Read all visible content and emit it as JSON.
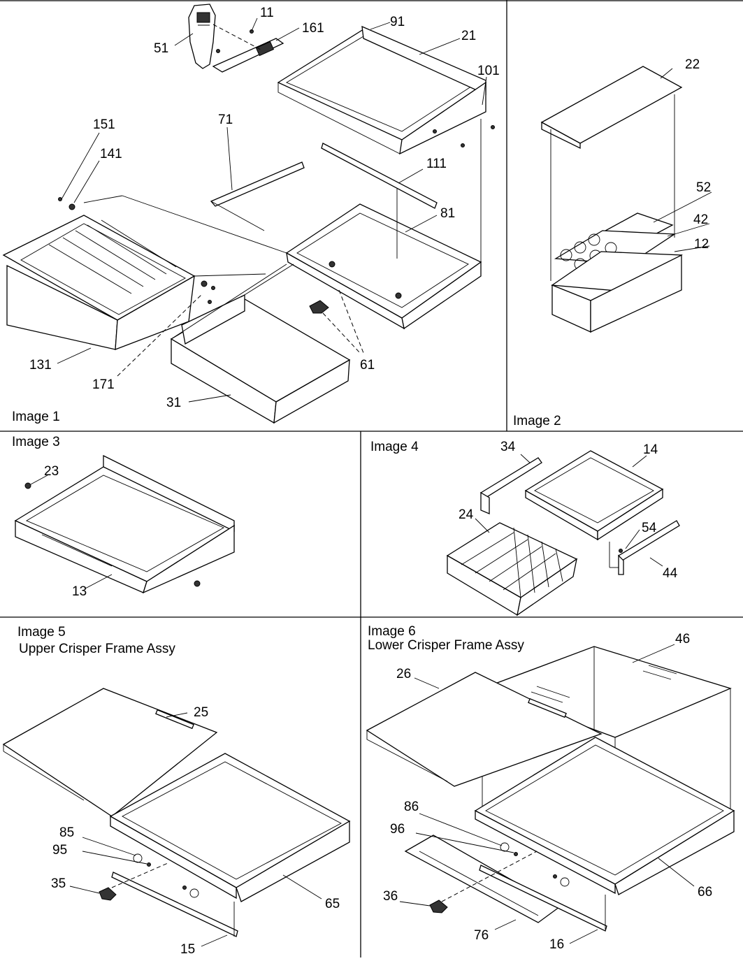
{
  "panels": [
    {
      "id": "image1",
      "caption": "Image 1",
      "subtitle": ""
    },
    {
      "id": "image2",
      "caption": "Image 2",
      "subtitle": ""
    },
    {
      "id": "image3",
      "caption": "Image 3",
      "subtitle": ""
    },
    {
      "id": "image4",
      "caption": "Image 4",
      "subtitle": ""
    },
    {
      "id": "image5",
      "caption": "Image 5",
      "subtitle": "Upper Crisper Frame Assy"
    },
    {
      "id": "image6",
      "caption": "Image 6",
      "subtitle": "Lower Crisper Frame Assy"
    }
  ],
  "callouts": {
    "image1": [
      "11",
      "161",
      "91",
      "21",
      "51",
      "101",
      "151",
      "141",
      "71",
      "111",
      "81",
      "131",
      "171",
      "31",
      "61"
    ],
    "image2": [
      "22",
      "52",
      "42",
      "12"
    ],
    "image3": [
      "23",
      "13"
    ],
    "image4": [
      "34",
      "14",
      "24",
      "54",
      "44"
    ],
    "image5": [
      "25",
      "85",
      "95",
      "35",
      "65",
      "15"
    ],
    "image6": [
      "46",
      "26",
      "86",
      "96",
      "36",
      "76",
      "66",
      "16"
    ]
  }
}
